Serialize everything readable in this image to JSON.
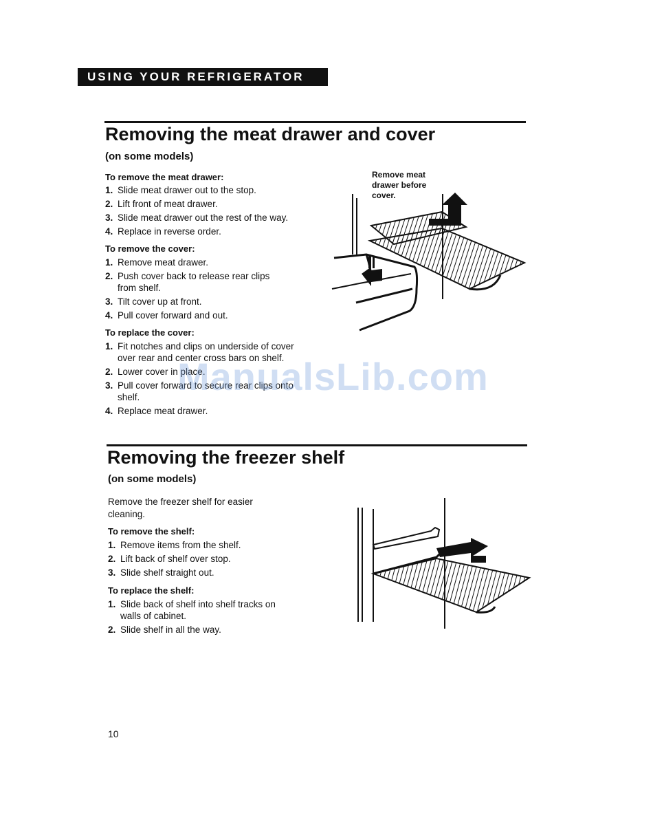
{
  "banner": "USING YOUR REFRIGERATOR",
  "section1": {
    "title": "Removing the meat drawer and cover",
    "subtitle": "(on some models)",
    "remove_drawer": {
      "heading": "To remove the meat drawer:",
      "steps": [
        "Slide meat drawer out to the stop.",
        "Lift front of meat drawer.",
        "Slide meat drawer out the rest of the way.",
        "Replace in reverse order."
      ]
    },
    "remove_cover": {
      "heading": "To remove the cover:",
      "steps": [
        "Remove meat drawer.",
        "Push cover back to release rear clips from shelf.",
        "Tilt cover up at front.",
        "Pull cover forward and out."
      ]
    },
    "replace_cover": {
      "heading": "To replace the cover:",
      "steps": [
        "Fit notches and clips on underside of cover over rear and center cross bars on shelf.",
        "Lower cover in place.",
        "Pull cover forward to secure rear clips onto shelf.",
        "Replace meat drawer."
      ]
    },
    "caption": "Remove meat drawer before cover."
  },
  "section2": {
    "title": "Removing the freezer shelf",
    "subtitle": "(on some models)",
    "intro": "Remove the freezer shelf for easier cleaning.",
    "remove_shelf": {
      "heading": "To remove the shelf:",
      "steps": [
        "Remove items from the shelf.",
        "Lift back of shelf over stop.",
        "Slide shelf straight out."
      ]
    },
    "replace_shelf": {
      "heading": "To replace the shelf:",
      "steps": [
        "Slide back of shelf into shelf tracks on walls of cabinet.",
        "Slide shelf in all the way."
      ]
    }
  },
  "page_number": "10",
  "watermark": "ManualsLib.com",
  "colors": {
    "ink": "#111111",
    "watermark": "#78a0dc"
  }
}
